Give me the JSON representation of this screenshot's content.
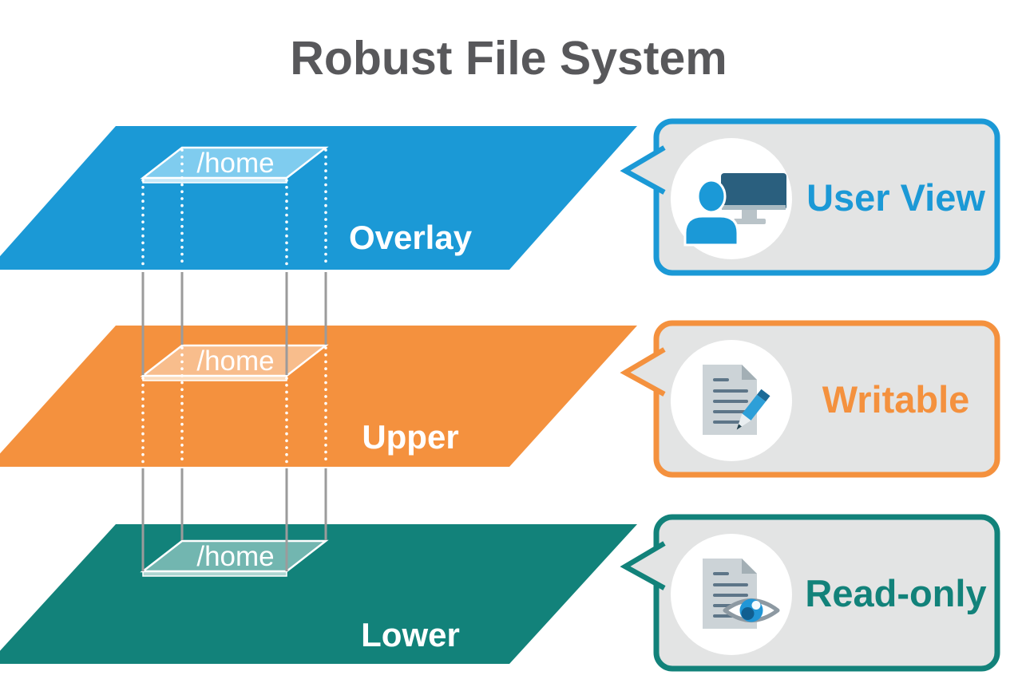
{
  "title": "Robust File System",
  "palette": {
    "overlay_blue": "#1b99d6",
    "overlay_box_fill": "#7fccef",
    "upper_orange": "#f4913e",
    "upper_box_fill": "#f8bd8c",
    "lower_teal": "#12827a",
    "lower_box_fill": "#72b6b0",
    "callout_fill": "#e3e4e4",
    "title_gray": "#58585b",
    "connector_gray": "#9b9b9b",
    "dotted_line": "#ffffff"
  },
  "layers": [
    {
      "label": "Overlay",
      "mount": "/home",
      "callout": {
        "label": "User View",
        "icon": "user-monitor-icon",
        "accent": "#1b99d6"
      }
    },
    {
      "label": "Upper",
      "mount": "/home",
      "callout": {
        "label": "Writable",
        "icon": "document-pencil-icon",
        "accent": "#f4913e"
      }
    },
    {
      "label": "Lower",
      "mount": "/home",
      "callout": {
        "label": "Read-only",
        "icon": "document-eye-icon",
        "accent": "#12827a"
      }
    }
  ]
}
